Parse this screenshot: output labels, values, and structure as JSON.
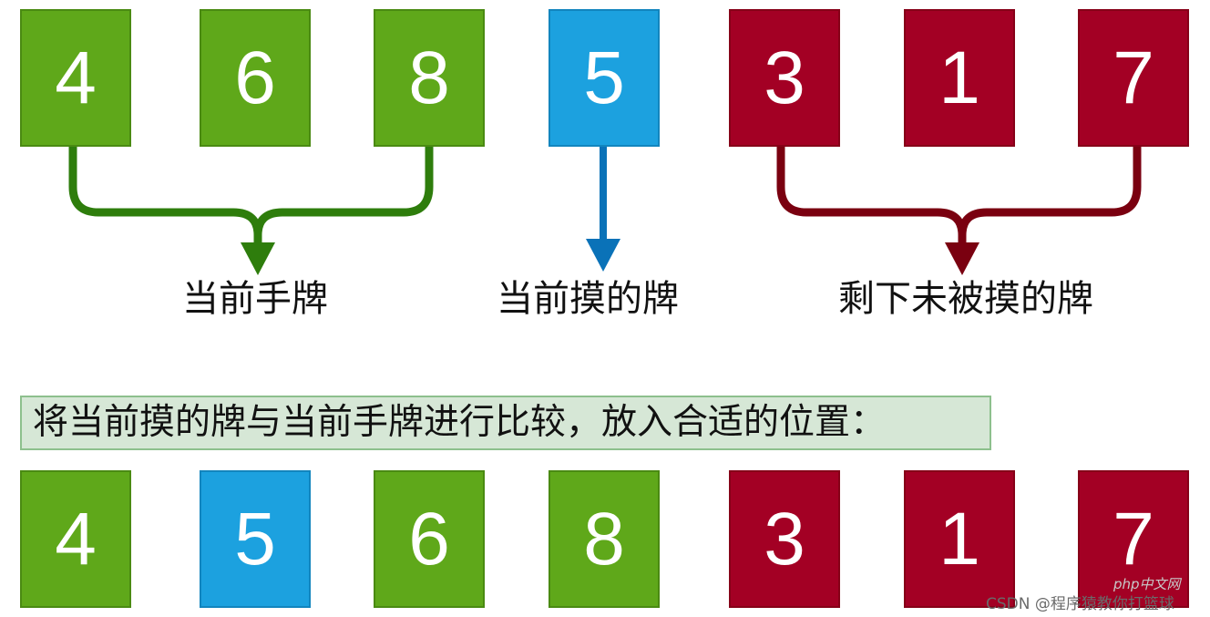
{
  "top_row": [
    {
      "value": "4",
      "group": "hand"
    },
    {
      "value": "6",
      "group": "hand"
    },
    {
      "value": "8",
      "group": "hand"
    },
    {
      "value": "5",
      "group": "drawn"
    },
    {
      "value": "3",
      "group": "remaining"
    },
    {
      "value": "1",
      "group": "remaining"
    },
    {
      "value": "7",
      "group": "remaining"
    }
  ],
  "labels": {
    "hand": "当前手牌",
    "drawn": "当前摸的牌",
    "remaining": "剩下未被摸的牌"
  },
  "instruction": "将当前摸的牌与当前手牌进行比较，放入合适的位置：",
  "bottom_row": [
    {
      "value": "4",
      "group": "hand"
    },
    {
      "value": "5",
      "group": "drawn"
    },
    {
      "value": "6",
      "group": "hand"
    },
    {
      "value": "8",
      "group": "hand"
    },
    {
      "value": "3",
      "group": "remaining"
    },
    {
      "value": "1",
      "group": "remaining"
    },
    {
      "value": "7",
      "group": "remaining"
    }
  ],
  "colors": {
    "hand": "#5fa81a",
    "drawn": "#1ca1df",
    "remaining": "#a30024",
    "hand_connector": "#2e7d0c",
    "drawn_connector": "#0a72b8",
    "remaining_connector": "#7a0010",
    "banner_bg": "#d6e7d6"
  },
  "watermark": "CSDN @程序猿教你打篮球",
  "watermark_logo": "php中文网"
}
